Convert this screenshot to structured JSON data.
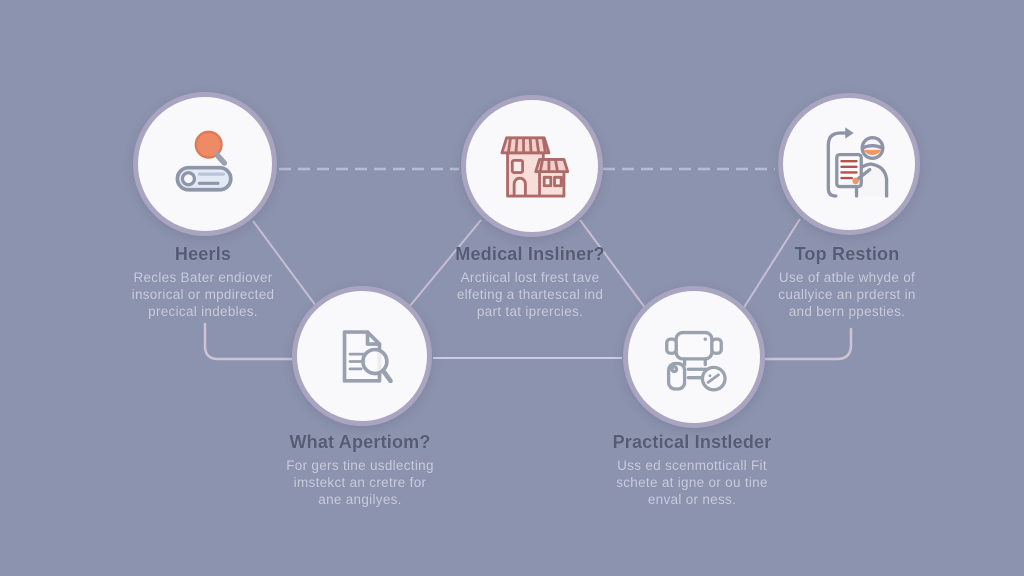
{
  "diagram": {
    "type": "infographic-flow",
    "background_color": "#8c93ae",
    "node_circle_fill": "#f9f9fb",
    "node_ring_color": "#a9a4bf",
    "title_color": "#565b74",
    "body_text_color": "#c9cdde",
    "connector_colors": {
      "dashed_line": "#b6bbd4",
      "diagonal_line": "#c5bed3",
      "rounded_corner_line": "#cfc2d3",
      "middle_line": "#c9cee2"
    },
    "nodes": [
      {
        "icon": "magnifier-scroll-icon",
        "icon_accent_color": "#ef8a66",
        "title": "Heerls",
        "lines": [
          "Recles Bater endiover",
          "insorical or mpdirected",
          "precical indebles."
        ]
      },
      {
        "icon": "house-icon",
        "icon_accent_color": "#ae6a69",
        "title": "Medical Insliner?",
        "lines": [
          "Arctiical lost frest tave",
          "elfeting a thartescal ind",
          "part tat iprercies."
        ]
      },
      {
        "icon": "person-checklist-icon",
        "icon_accent_color": "#ef9763",
        "title": "Top Restion",
        "lines": [
          "Use of atble whyde of",
          "cuallyice an prderst in",
          "and bern ppesties."
        ]
      },
      {
        "icon": "document-magnifier-icon",
        "icon_accent_color": "#99a0b0",
        "title": "What Apertiom?",
        "lines": [
          "For gers tine usdlecting",
          "imstekct an cretre for",
          "ane angilyes."
        ]
      },
      {
        "icon": "equipment-tag-icon",
        "icon_accent_color": "#9aa1af",
        "title": "Practical Instleder",
        "lines": [
          "Uss ed scenmotticall Fit",
          "schete at igne or ou tine",
          "enval or ness."
        ]
      }
    ]
  }
}
